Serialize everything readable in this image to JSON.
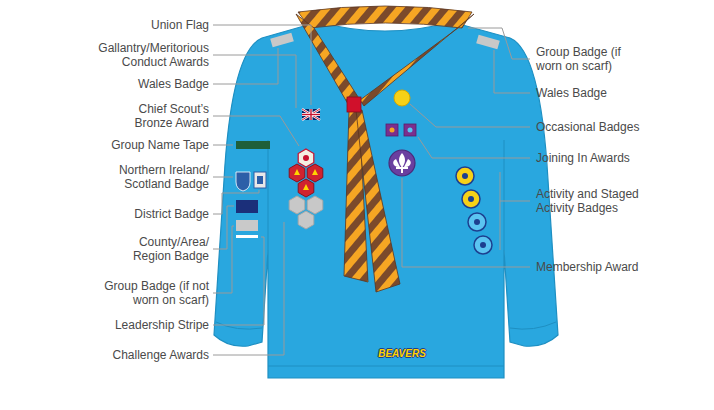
{
  "diagram": {
    "labels": [
      "Union Flag",
      "Gallantry/Meritorious Conduct Awards",
      "Wales Badge",
      "Chief Scout’s Bronze Award",
      "Group Name Tape",
      "Northern Ireland/ Scotland Badge",
      "District Badge",
      "County/Area/ Region Badge",
      "Group Badge (if not worn on scarf)",
      "Leadership Stripe",
      "Challenge Awards",
      "Group Badge (if worn on scarf)",
      "Wales Badge",
      "Occasional Badges",
      "Joining In Awards",
      "Activity and Staged Activity Badges",
      "Membership Award",
      "BEAVERS"
    ]
  }
}
